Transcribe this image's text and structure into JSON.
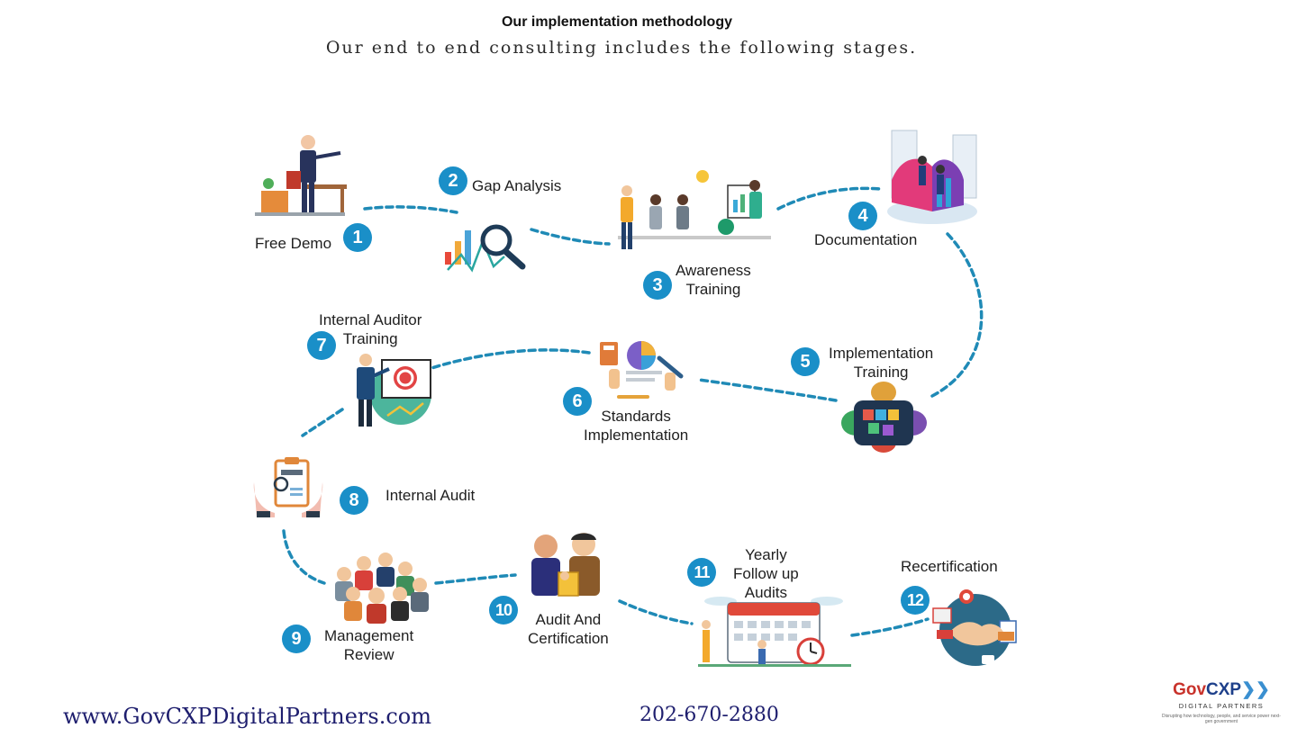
{
  "header": {
    "title": "Our implementation methodology",
    "subtitle": "Our end to end consulting includes the following stages."
  },
  "stages": [
    {
      "number": "1",
      "label": "Free Demo"
    },
    {
      "number": "2",
      "label": "Gap Analysis"
    },
    {
      "number": "3",
      "label": "Awareness\nTraining"
    },
    {
      "number": "4",
      "label": "Documentation"
    },
    {
      "number": "5",
      "label": "Implementation\nTraining"
    },
    {
      "number": "6",
      "label": "Standards\nImplementation"
    },
    {
      "number": "7",
      "label": "Internal Auditor\nTraining"
    },
    {
      "number": "8",
      "label": "Internal Audit"
    },
    {
      "number": "9",
      "label": "Management\nReview"
    },
    {
      "number": "10",
      "label": "Audit  And\nCertification"
    },
    {
      "number": "11",
      "label": "Yearly\nFollow up\nAudits"
    },
    {
      "number": "12",
      "label": "Recertification"
    }
  ],
  "footer": {
    "website": "www.GovCXPDigitalPartners.com",
    "phone": "202-670-2880"
  },
  "logo": {
    "brand_part1": "Gov",
    "brand_part2": "CXP",
    "subtitle": "DIGITAL PARTNERS",
    "tagline": "Disrupting how technology, people, and service power next-gen government"
  },
  "colors": {
    "accent": "#1a8fc8",
    "footer_text": "#1e1e6e",
    "brand_red": "#c8322b",
    "brand_blue": "#1d3f8a"
  }
}
